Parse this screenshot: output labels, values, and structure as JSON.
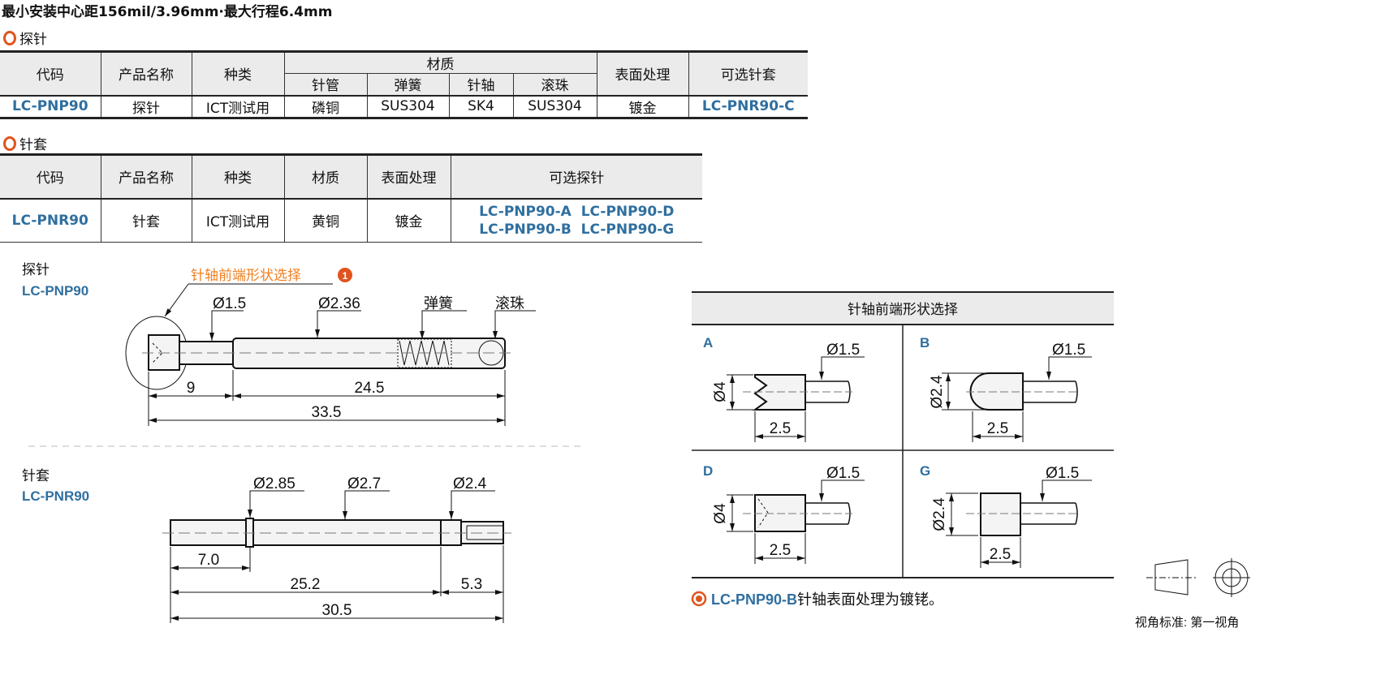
{
  "title": "最小安装中心距156mil/3.96mm·最大行程6.4mm",
  "probe_section": {
    "label": "探针",
    "headers": {
      "code": "代码",
      "name": "产品名称",
      "type": "种类",
      "material": "材质",
      "tube": "针管",
      "spring": "弹簧",
      "plunger": "针轴",
      "ball": "滚珠",
      "finish": "表面处理",
      "option": "可选针套"
    },
    "row": {
      "code": "LC-PNP90",
      "name": "探针",
      "type": "ICT测试用",
      "tube": "磷铜",
      "spring": "SUS304",
      "plunger": "SK4",
      "ball": "SUS304",
      "finish": "镀金",
      "option": "LC-PNR90-C"
    }
  },
  "sleeve_section": {
    "label": "针套",
    "headers": {
      "code": "代码",
      "name": "产品名称",
      "type": "种类",
      "material": "材质",
      "finish": "表面处理",
      "option": "可选探针"
    },
    "row": {
      "code": "LC-PNR90",
      "name": "针套",
      "type": "ICT测试用",
      "material": "黄铜",
      "finish": "镀金",
      "options": [
        "LC-PNP90-A",
        "LC-PNP90-D",
        "LC-PNP90-B",
        "LC-PNP90-G"
      ]
    }
  },
  "probe_drawing": {
    "name": "探针",
    "code": "LC-PNP90",
    "callout": "针轴前端形状选择",
    "callout_num": "1",
    "d1": "Ø1.5",
    "d2": "Ø2.36",
    "spring": "弹簧",
    "ball": "滚珠",
    "l1": "9",
    "l2": "24.5",
    "total": "33.5"
  },
  "sleeve_drawing": {
    "name": "针套",
    "code": "LC-PNR90",
    "d1": "Ø2.85",
    "d2": "Ø2.7",
    "d3": "Ø2.4",
    "l1": "7.0",
    "l2": "25.2",
    "l3": "5.3",
    "total": "30.5"
  },
  "tip_panel": {
    "header": "针轴前端形状选择",
    "cells": [
      {
        "letter": "A",
        "shaft": "Ø1.5",
        "dia": "Ø4",
        "len": "2.5"
      },
      {
        "letter": "B",
        "shaft": "Ø1.5",
        "dia": "Ø2.4",
        "len": "2.5"
      },
      {
        "letter": "D",
        "shaft": "Ø1.5",
        "dia": "Ø4",
        "len": "2.5"
      },
      {
        "letter": "G",
        "shaft": "Ø1.5",
        "dia": "Ø2.4",
        "len": "2.5"
      }
    ]
  },
  "note": {
    "code": "LC-PNP90-B",
    "text": "针轴表面处理为镀铑。"
  },
  "projection": "视角标准: 第一视角",
  "colors": {
    "blue": "#2f6f9f",
    "orange": "#e0541e",
    "header_bg": "#ebebeb"
  }
}
